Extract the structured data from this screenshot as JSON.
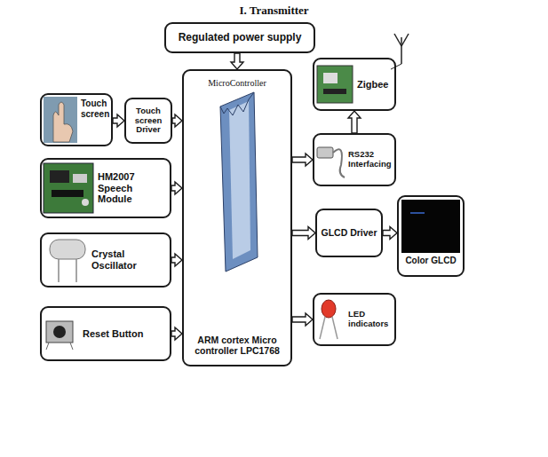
{
  "diagram": {
    "title": "I. Transmitter",
    "nodes": [
      {
        "text": [
          "Regulated power supply"
        ]
      },
      {
        "text": [
          "Touch screen"
        ]
      },
      {
        "text": [
          "Touch screen Driver"
        ]
      },
      {
        "text": [
          "HM2007 Speech Module"
        ]
      },
      {
        "text": [
          "Crystal Oscillator"
        ]
      },
      {
        "text": [
          "Reset Button"
        ]
      },
      {
        "text": [
          "MicroController",
          "ARM cortex Micro controller LPC1768"
        ]
      },
      {
        "text": [
          "Zigbee"
        ]
      },
      {
        "text": [
          "RS232 Interfacing"
        ]
      },
      {
        "text": [
          "GLCD Driver"
        ]
      },
      {
        "text": [
          "Color GLCD"
        ]
      },
      {
        "text": [
          "LED indicators"
        ]
      }
    ],
    "edges": [
      {
        "from": 0,
        "to": 6,
        "arrow": "to"
      },
      {
        "from": 1,
        "to": 2,
        "arrow": "to"
      },
      {
        "from": 2,
        "to": 6,
        "arrow": "to"
      },
      {
        "from": 3,
        "to": 6,
        "arrow": "to"
      },
      {
        "from": 4,
        "to": 6,
        "arrow": "to"
      },
      {
        "from": 5,
        "to": 6,
        "arrow": "to"
      },
      {
        "from": 6,
        "to": 8,
        "arrow": "to"
      },
      {
        "from": 8,
        "to": 7,
        "arrow": "to"
      },
      {
        "from": 6,
        "to": 9,
        "arrow": "to"
      },
      {
        "from": 9,
        "to": 10,
        "arrow": "to"
      },
      {
        "from": 6,
        "to": 11,
        "arrow": "to"
      }
    ]
  }
}
